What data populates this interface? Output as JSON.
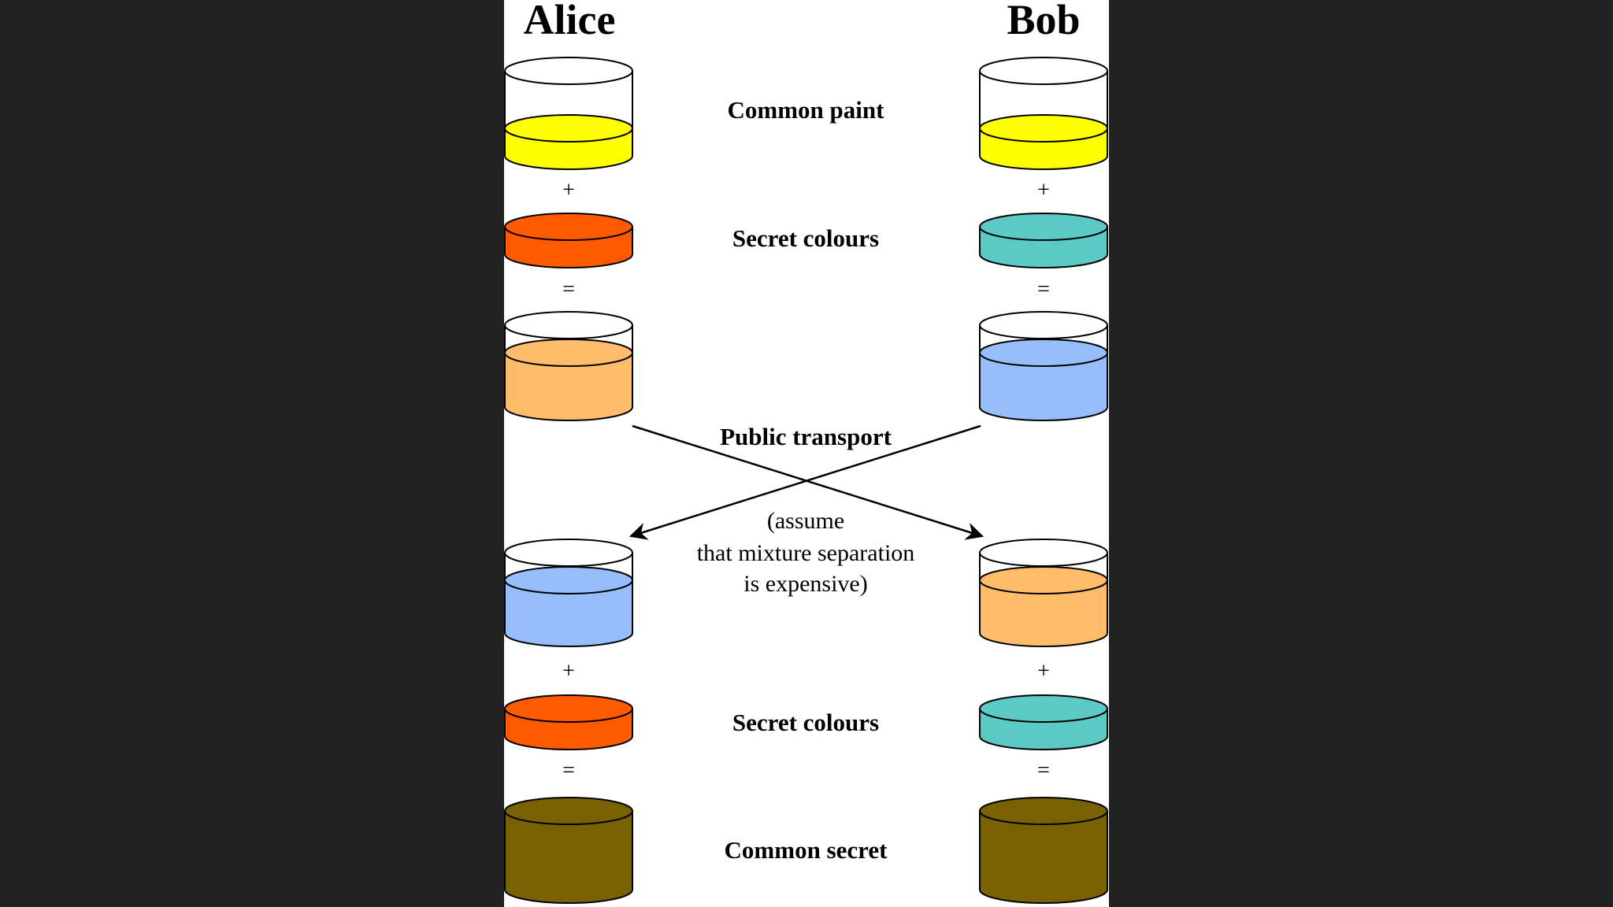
{
  "people": {
    "left": "Alice",
    "right": "Bob"
  },
  "labels": {
    "common_paint": "Common paint",
    "secret_colours_1": "Secret colours",
    "public_transport": "Public transport",
    "note_line1": "(assume",
    "note_line2": "that mixture separation",
    "note_line3": "is expensive)",
    "secret_colours_2": "Secret colours",
    "common_secret": "Common secret"
  },
  "operators": {
    "plus": "+",
    "equals": "="
  },
  "colors": {
    "background": "#222222",
    "panel": "#ffffff",
    "common_paint": "#ffff00",
    "alice_secret": "#ff5a00",
    "bob_secret": "#5ccac4",
    "alice_mixture": "#ffbd6b",
    "bob_mixture": "#96bdfc",
    "common_secret": "#786100",
    "outline": "#000000"
  },
  "containers": {
    "alice": [
      {
        "id": "alice-common-paint",
        "color": "common_paint"
      },
      {
        "id": "alice-secret",
        "color": "alice_secret"
      },
      {
        "id": "alice-mixture",
        "color": "alice_mixture"
      },
      {
        "id": "alice-received",
        "color": "bob_mixture"
      },
      {
        "id": "alice-secret-2",
        "color": "alice_secret"
      },
      {
        "id": "alice-common-secret",
        "color": "common_secret"
      }
    ],
    "bob": [
      {
        "id": "bob-common-paint",
        "color": "common_paint"
      },
      {
        "id": "bob-secret",
        "color": "bob_secret"
      },
      {
        "id": "bob-mixture",
        "color": "bob_mixture"
      },
      {
        "id": "bob-received",
        "color": "alice_mixture"
      },
      {
        "id": "bob-secret-2",
        "color": "bob_secret"
      },
      {
        "id": "bob-common-secret",
        "color": "common_secret"
      }
    ]
  }
}
